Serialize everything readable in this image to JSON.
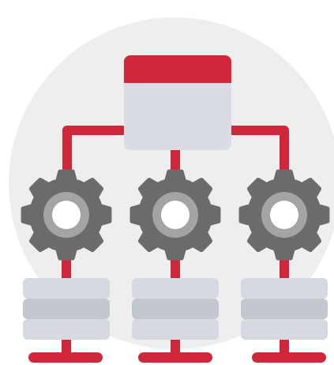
{
  "illustration": {
    "icon": "network-hierarchy-icon",
    "colors": {
      "background_circle": "#eeeeee",
      "accent_red": "#d0263a",
      "window_body": "#d9dde3",
      "gear_outer": "#6b6b6b",
      "gear_ring": "#a4a4a4",
      "gear_hole": "#ffffff",
      "server_light": "#d6dae0",
      "server_mid": "#c3c8cf"
    },
    "nodes": [
      {
        "id": "left"
      },
      {
        "id": "center"
      },
      {
        "id": "right"
      }
    ]
  }
}
